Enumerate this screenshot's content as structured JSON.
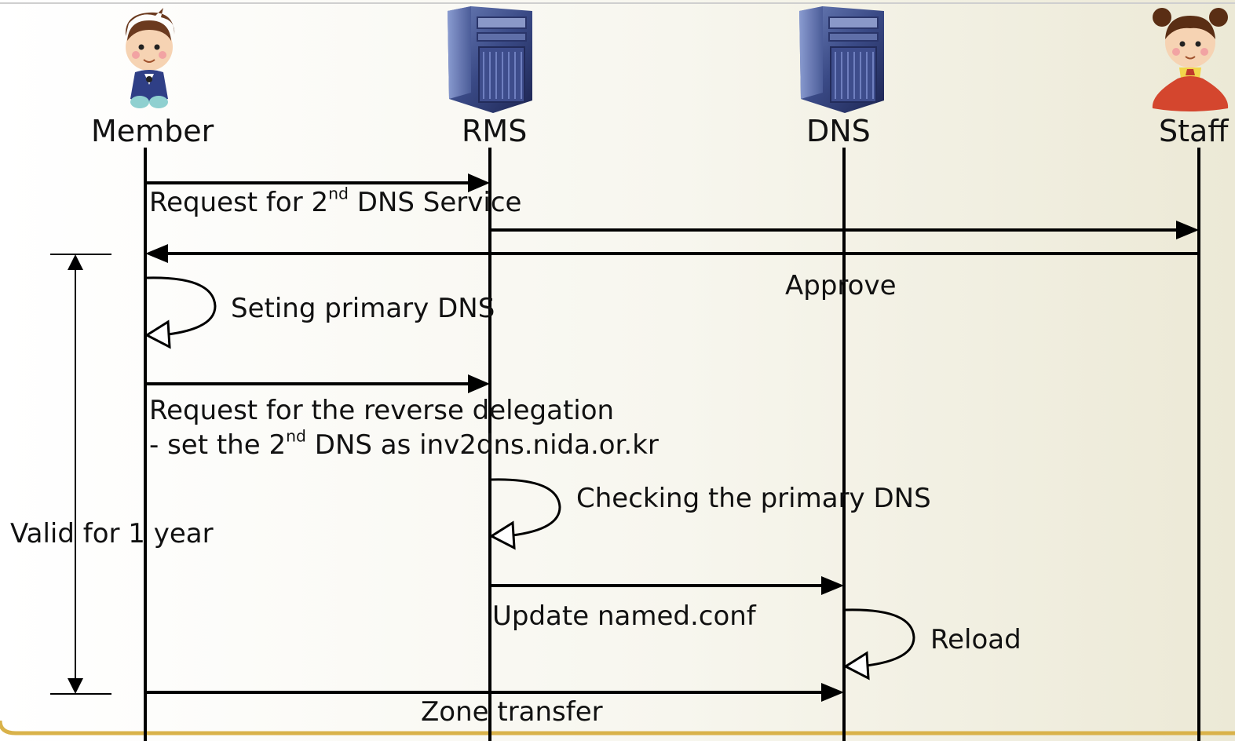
{
  "actors": [
    {
      "name": "Member",
      "icon": "boy-character-icon"
    },
    {
      "name": "RMS",
      "icon": "server-icon"
    },
    {
      "name": "DNS",
      "icon": "server-icon"
    },
    {
      "name": "Staff",
      "icon": "girl-character-icon"
    }
  ],
  "messages": {
    "m1": {
      "pre": "Request for 2",
      "sup": "nd",
      "post": " DNS Service",
      "from": "Member",
      "to": "RMS"
    },
    "m2": {
      "from": "RMS",
      "to": "Staff"
    },
    "m3": {
      "text": "Approve",
      "from": "Staff",
      "to": "Member"
    },
    "m4": {
      "text": "Seting primary DNS",
      "self": "Member"
    },
    "m5": {
      "line1": "Request for the reverse delegation",
      "line2_pre": " - set the 2",
      "line2_sup": "nd",
      "line2_post": " DNS as inv2dns.nida.or.kr",
      "from": "Member",
      "to": "RMS"
    },
    "m6": {
      "text": "Checking the primary DNS",
      "self": "RMS"
    },
    "m7": {
      "text": "Update named.conf",
      "from": "RMS",
      "to": "DNS"
    },
    "m8": {
      "text": "Reload",
      "self": "DNS"
    },
    "m9": {
      "text": "Zone transfer",
      "from": "Member",
      "to": "DNS"
    }
  },
  "validity": {
    "text": "Valid for 1 year"
  },
  "colors": {
    "background_left": "#ffffff",
    "background_right": "#ece9d6",
    "line": "#000000",
    "border": "#d9b24a"
  }
}
